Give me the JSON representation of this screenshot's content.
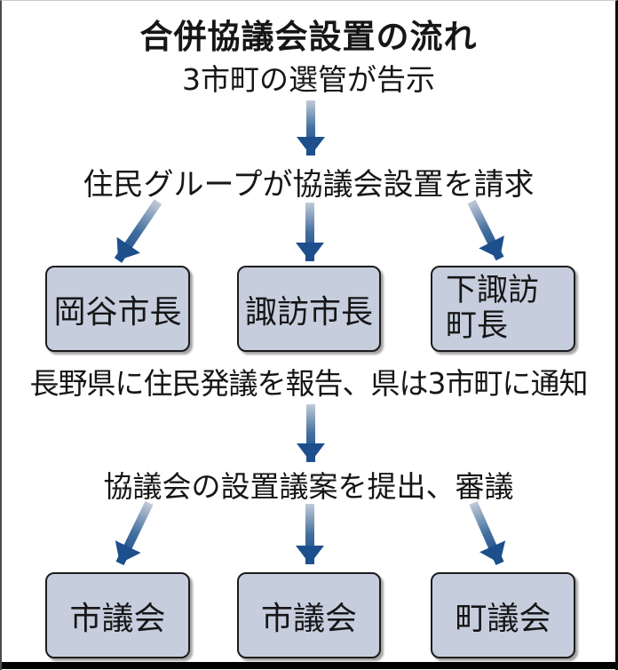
{
  "flow": {
    "title": "合併協議会設置の流れ",
    "steps": [
      {
        "id": "announce",
        "text": "3市町の選管が告示"
      },
      {
        "id": "request",
        "text": "住民グループが協議会設置を請求"
      },
      {
        "id": "report",
        "text": "長野県に住民発議を報告、県は3市町に通知"
      },
      {
        "id": "submit",
        "text": "協議会の設置議案を提出、審議"
      }
    ],
    "mayor_boxes": [
      {
        "label": "岡谷市長"
      },
      {
        "label": "諏訪市長"
      },
      {
        "label": "下諏訪\n町長"
      }
    ],
    "council_boxes": [
      {
        "label": "市議会"
      },
      {
        "label": "市議会"
      },
      {
        "label": "町議会"
      }
    ],
    "colors": {
      "background": "#ffffff",
      "text": "#161616",
      "box_fill": "#c6cede",
      "box_border": "#1c1c1c",
      "arrow_dark": "#1d4f8c",
      "arrow_light": "#c2cad8",
      "frame_bar": "#000000"
    }
  }
}
